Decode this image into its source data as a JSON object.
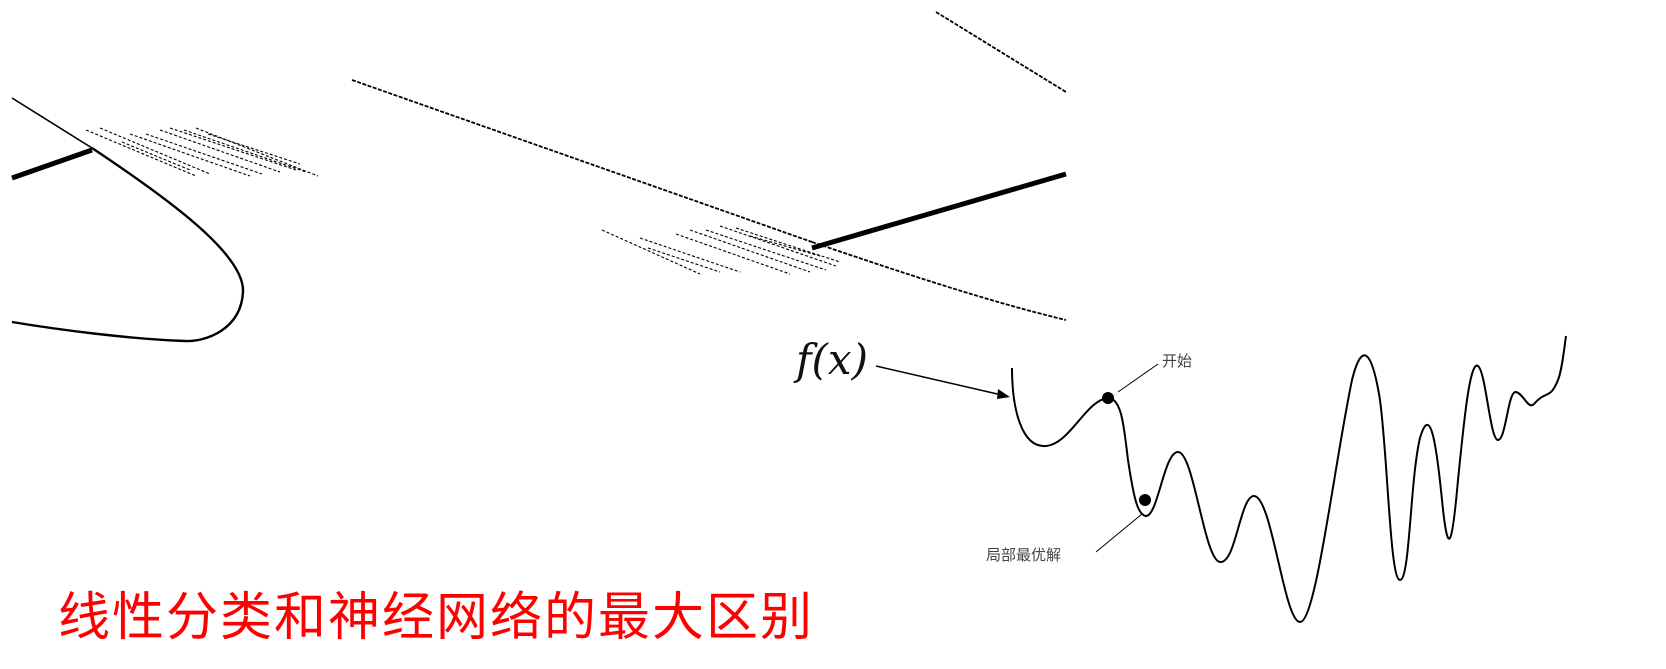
{
  "diagram": {
    "function_label": "f(x)",
    "start_label": "开始",
    "local_optimum_label": "局部最优解",
    "caption": "线性分类和神经网络的最大区别",
    "caption_color": "#ff0000",
    "line_color": "#000000"
  }
}
